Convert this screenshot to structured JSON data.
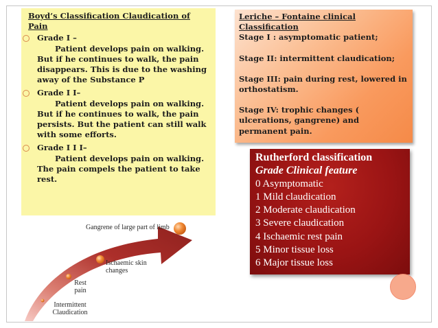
{
  "boyd": {
    "title": "Boyd’s Classification Claudication of Pain",
    "grades": [
      {
        "label": "Grade I –",
        "text": "Patient develops pain on walking. But  if he continues to walk, the pain disappears. This is due to the washing away of the Substance P"
      },
      {
        "label": "Grade I I–",
        "text": "Patient develops pain on walking. But  if he continues to walk, the pain persists. But the patient can still walk with some efforts."
      },
      {
        "label": "Grade I I I–",
        "text": "Patient develops pain on walking. The pain compels the patient to take rest."
      }
    ]
  },
  "leriche": {
    "title": "Leriche – Fontaine clinical Classification",
    "stages": [
      "Stage I : asymptomatic patient;",
      "Stage II: intermittent claudication;",
      "Stage III: pain during rest, lowered in orthostatism.",
      "Stage IV: trophic changes ( ulcerations, gangrene) and permanent pain."
    ]
  },
  "rutherford": {
    "title": "Rutherford classification",
    "subtitle": "Grade Clinical feature",
    "items": [
      "0 Asymptomatic",
      "1 Mild claudication",
      "2 Moderate claudication",
      "3 Severe claudication",
      "4 Ischaemic rest pain",
      "5 Minor tissue loss",
      "6 Major tissue loss"
    ]
  },
  "diagram": {
    "labels": {
      "gangrene": "Gangrene of large part of limb",
      "ischaemic": "Ischaemic skin changes",
      "rest": "Rest pain",
      "intermittent": "Intermittent Claudication"
    }
  },
  "colors": {
    "boyd_bg": "#fbf6a7",
    "leriche_accent": "#f58a48",
    "rutherford_bg": "#9a1414",
    "bullet": "#d98a4e"
  }
}
